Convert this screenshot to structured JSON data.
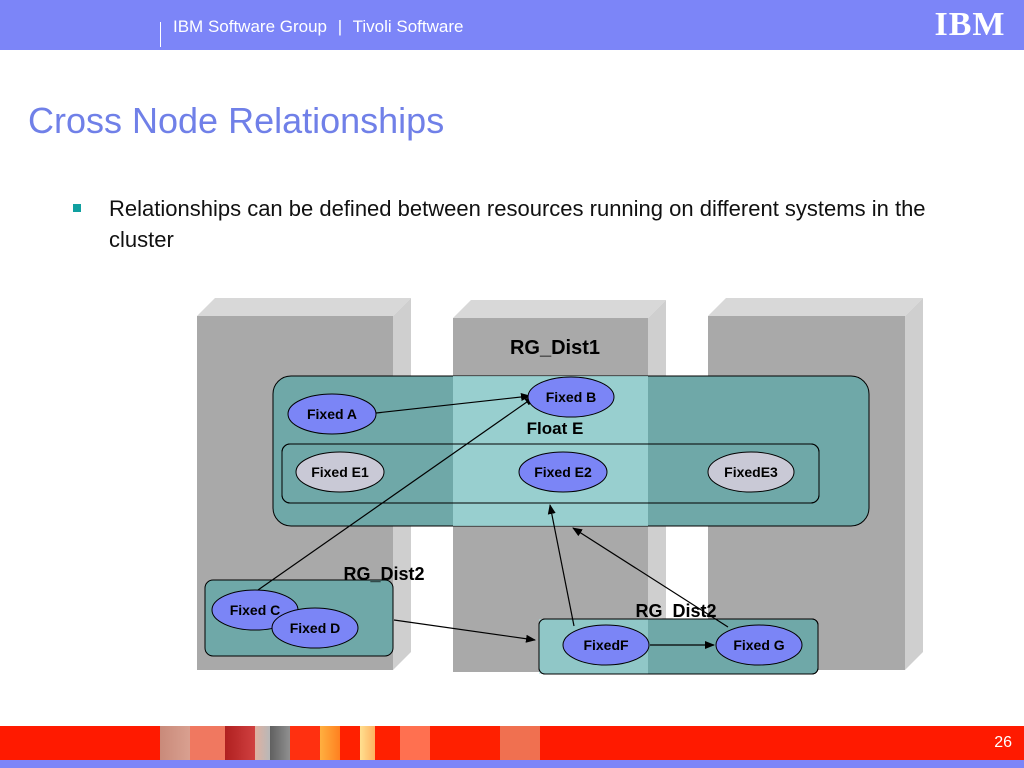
{
  "header": {
    "group": "IBM Software Group",
    "divider": "|",
    "product": "Tivoli Software",
    "logo_text": "IBM"
  },
  "title": "Cross Node Relationships",
  "bullet": "Relationships can be defined between resources running on different systems in the cluster",
  "diagram": {
    "rg_dist1": "RG_Dist1",
    "rg_dist2_left": "RG_Dist2",
    "rg_dist2_right": "RG_Dist2",
    "float_e": "Float E",
    "nodes": {
      "fixed_a": "Fixed A",
      "fixed_b": "Fixed B",
      "fixed_e1": "Fixed E1",
      "fixed_e2": "Fixed E2",
      "fixed_e3": "FixedE3",
      "fixed_c": "Fixed C",
      "fixed_d": "Fixed D",
      "fixed_f": "FixedF",
      "fixed_g": "Fixed G"
    }
  },
  "footer": {
    "page_number": "26"
  },
  "colors": {
    "header_bar": "#7c85f8",
    "title": "#7080e8",
    "footer_bar": "#ff1a00",
    "node_blue": "#7b85f6",
    "node_gray": "#c9c9d6",
    "group_teal": "#6fa8a8"
  }
}
